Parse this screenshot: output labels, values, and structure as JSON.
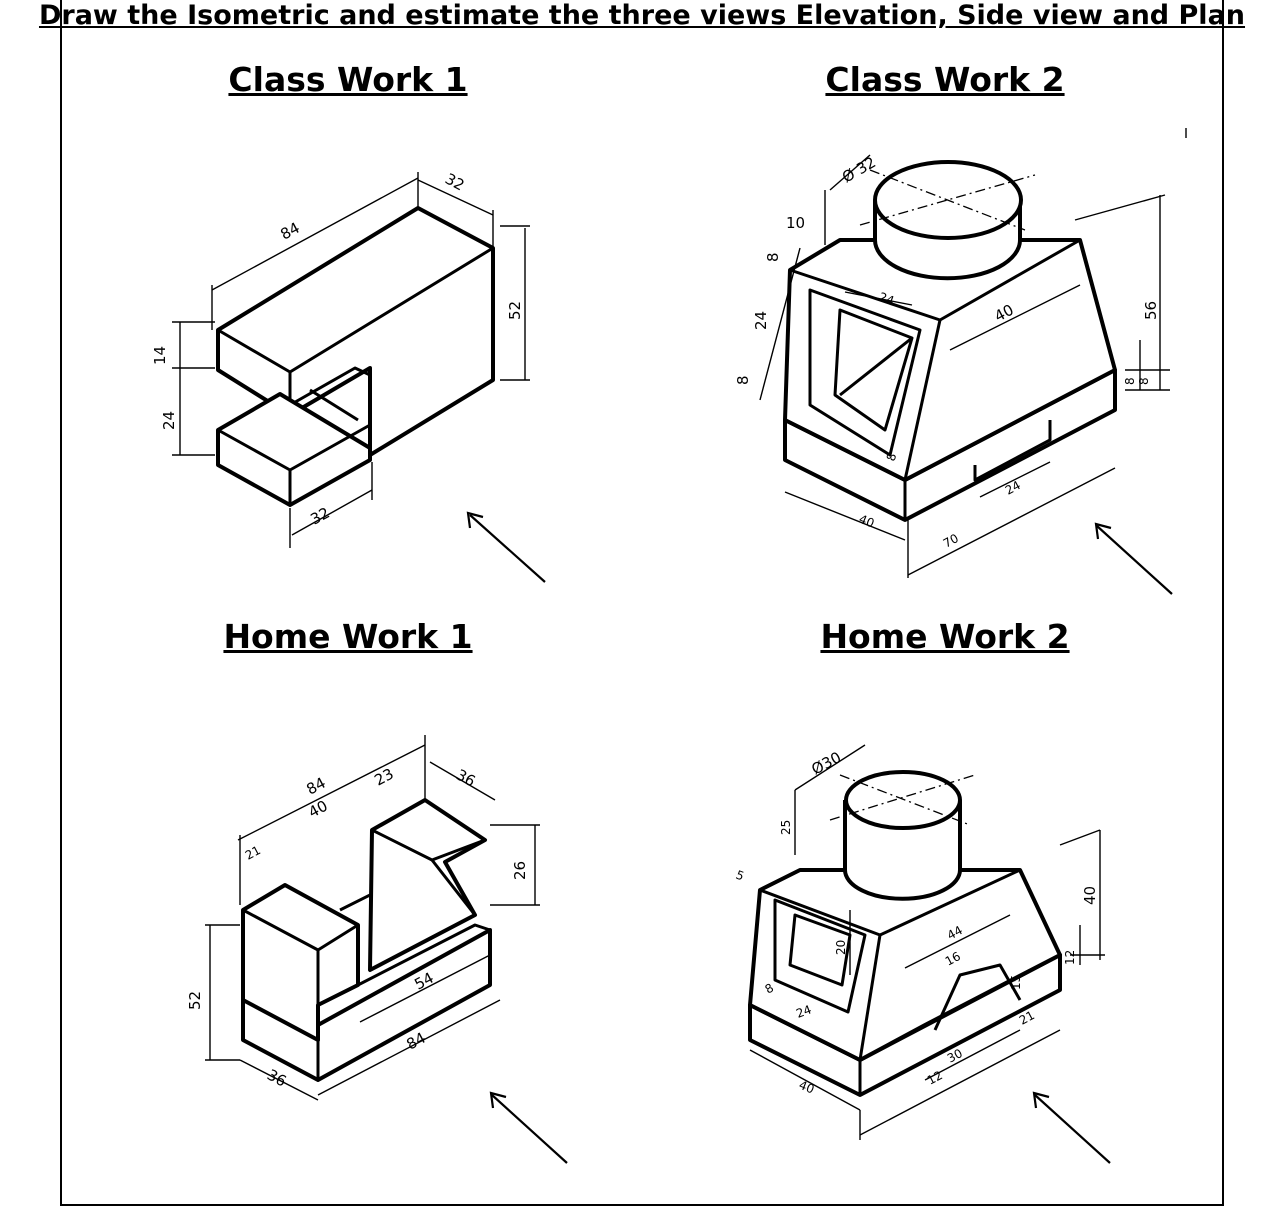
{
  "title": "Draw the Isometric and estimate the three views Elevation, Side view and Plan",
  "sections": {
    "cw1": {
      "heading": "Class Work 1",
      "dims": [
        "84",
        "32",
        "52",
        "14",
        "24",
        "32"
      ]
    },
    "cw2": {
      "heading": "Class Work 2",
      "dims": [
        "Ø 32",
        "10",
        "8",
        "24",
        "8",
        "24",
        "40",
        "56",
        "8",
        "8",
        "8",
        "40",
        "70",
        "24"
      ]
    },
    "hw1": {
      "heading": "Home Work 1",
      "dims": [
        "84",
        "40",
        "23",
        "36",
        "21",
        "26",
        "52",
        "54",
        "84",
        "36"
      ]
    },
    "hw2": {
      "heading": "Home Work 2",
      "dims": [
        "Ø30",
        "25",
        "5",
        "20",
        "8",
        "24",
        "44",
        "16",
        "15",
        "12",
        "40",
        "21",
        "30",
        "40",
        "12"
      ]
    }
  }
}
